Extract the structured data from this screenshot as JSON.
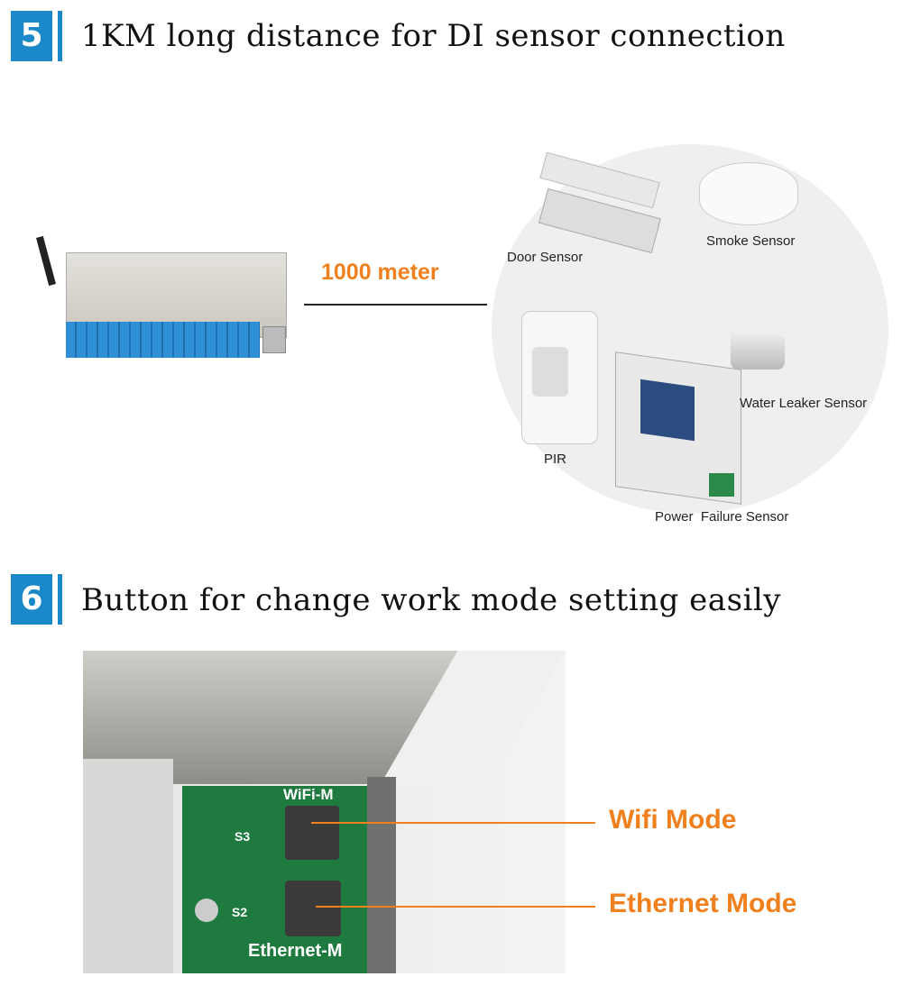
{
  "section5": {
    "number": "5",
    "title": "1KM long distance for DI sensor connection",
    "distance_label": "1000 meter",
    "sensors": [
      "Door Sensor",
      "Smoke Sensor",
      "Water Leaker Sensor",
      "PIR",
      "Power  Failure Sensor"
    ]
  },
  "section6": {
    "number": "6",
    "title": "Button for change work mode setting easily",
    "photo_labels": {
      "top": "WiFi-M",
      "s3": "S3",
      "s2": "S2",
      "bottom": "Ethernet-M"
    },
    "callouts": [
      "Wifi Mode",
      "Ethernet Mode"
    ]
  },
  "colors": {
    "accent_blue": "#1b88c9",
    "accent_orange": "#f0801e"
  }
}
